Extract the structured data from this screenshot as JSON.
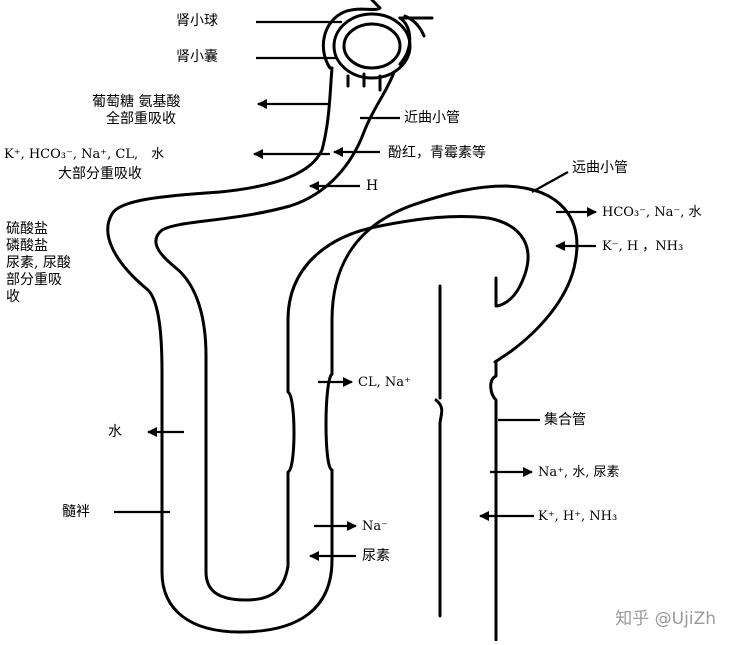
{
  "labels": {
    "glomerulus": "肾小球",
    "bowman_capsule": "肾小囊",
    "glucose_aa": "葡萄糖 氨基酸",
    "fully_reabsorbed": "全部重吸收",
    "proximal_tubule": "近曲小管",
    "ions_water": "K⁺, HCO₃⁻, Na⁺, CL,　水",
    "mostly_reabsorbed": "大部分重吸收",
    "phenol_red": "酚红，青霉素等",
    "h_ion": "H",
    "distal_tubule": "远曲小管",
    "hco3_na_water": "HCO₃⁻, Na⁻, 水",
    "k_h_nh3": "K⁻, H ，NH₃",
    "sulfate": "硫酸盐",
    "phosphate": "磷酸盐",
    "urea_uric": "尿素, 尿酸",
    "partly_reabsorbed_1": "部分重吸",
    "partly_reabsorbed_2": "收",
    "cl_na": "CL, Na⁺",
    "water": "水",
    "collecting_duct": "集合管",
    "na_water_urea": "Na⁺, 水, 尿素",
    "k_h_nh3_cd": "K⁺, H⁺, NH₃",
    "loop": "髓袢",
    "na_loop": "Na⁻",
    "urea_loop": "尿素"
  },
  "watermark": "知乎 @UjiZh"
}
